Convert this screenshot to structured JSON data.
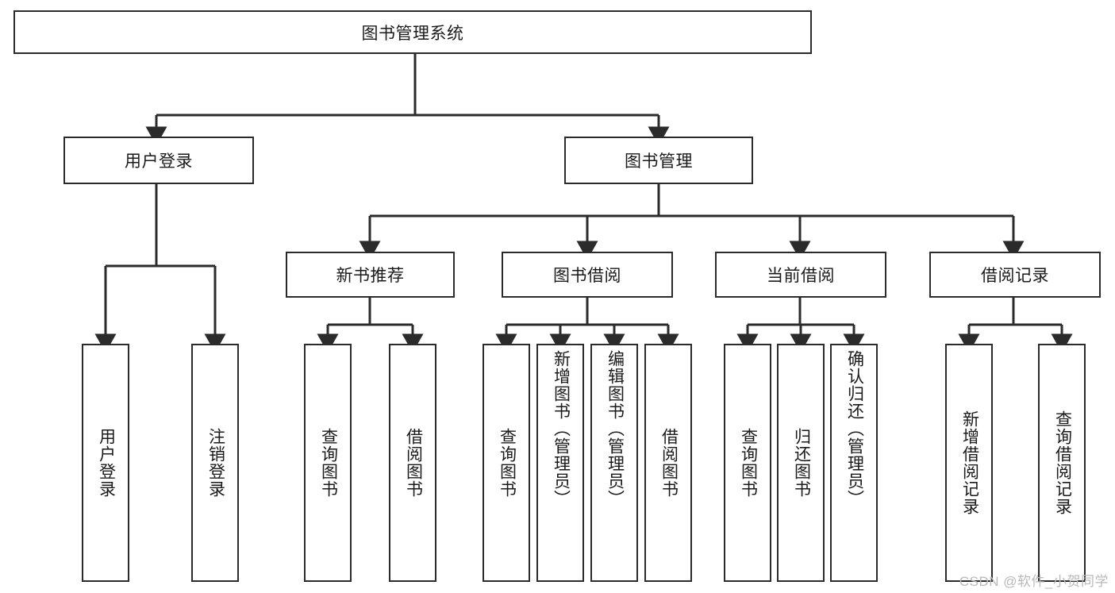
{
  "diagram": {
    "type": "tree-flowchart",
    "title_node": {
      "label": "图书管理系统"
    },
    "level2": [
      {
        "id": "user-login",
        "label": "用户登录"
      },
      {
        "id": "book-management",
        "label": "图书管理"
      }
    ],
    "level3": [
      {
        "id": "new-book-recommend",
        "label": "新书推荐"
      },
      {
        "id": "book-borrow",
        "label": "图书借阅"
      },
      {
        "id": "current-borrow",
        "label": "当前借阅"
      },
      {
        "id": "borrow-record",
        "label": "借阅记录"
      }
    ],
    "leaves": [
      {
        "id": "leaf-user-login",
        "label": "用户登录",
        "parent": "user-login"
      },
      {
        "id": "leaf-logout",
        "label": "注销登录",
        "parent": "user-login"
      },
      {
        "id": "leaf-query-book-1",
        "label": "查询图书",
        "parent": "new-book-recommend"
      },
      {
        "id": "leaf-borrow-book-1",
        "label": "借阅图书",
        "parent": "new-book-recommend"
      },
      {
        "id": "leaf-query-book-2",
        "label": "查询图书",
        "parent": "book-borrow"
      },
      {
        "id": "leaf-add-book",
        "label": "新增图书（管理员）",
        "parent": "book-borrow"
      },
      {
        "id": "leaf-edit-book",
        "label": "编辑图书（管理员）",
        "parent": "book-borrow"
      },
      {
        "id": "leaf-borrow-book-2",
        "label": "借阅图书",
        "parent": "book-borrow"
      },
      {
        "id": "leaf-query-book-3",
        "label": "查询图书",
        "parent": "current-borrow"
      },
      {
        "id": "leaf-return-book",
        "label": "归还图书",
        "parent": "current-borrow"
      },
      {
        "id": "leaf-confirm-return",
        "label": "确认归还（管理员）",
        "parent": "current-borrow"
      },
      {
        "id": "leaf-add-record",
        "label": "新增借阅记录",
        "parent": "borrow-record"
      },
      {
        "id": "leaf-query-record",
        "label": "查询借阅记录",
        "parent": "borrow-record"
      }
    ],
    "colors": {
      "stroke": "#2b2b2b",
      "fill": "#ffffff",
      "text": "#1a1a1a",
      "watermark": "#b9b9b9"
    }
  },
  "watermark": {
    "text": "CSDN @软件_小贺同学"
  }
}
